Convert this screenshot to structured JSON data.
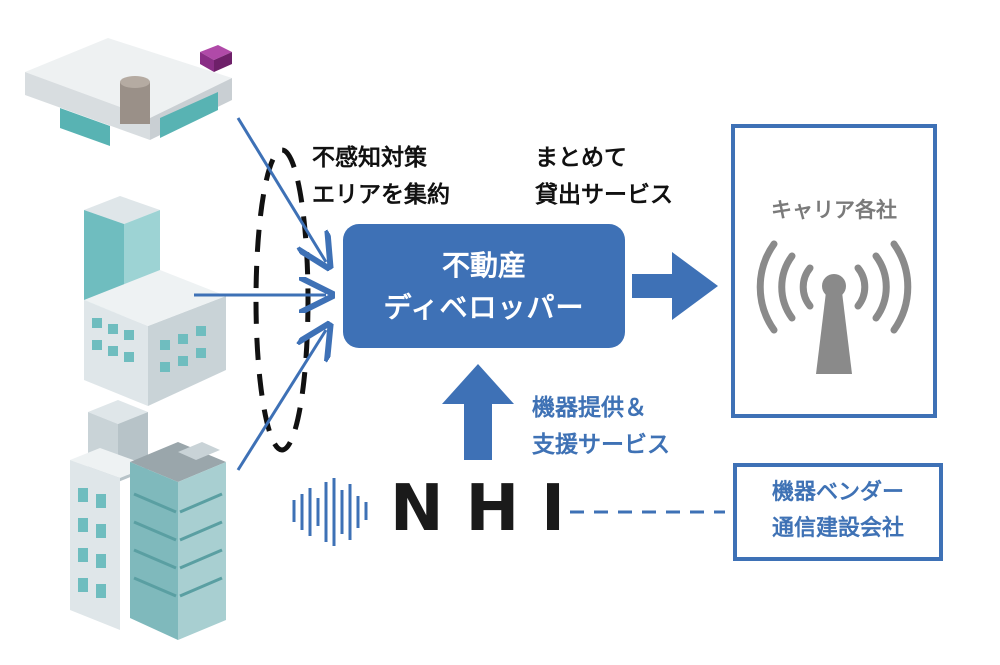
{
  "diagram": {
    "developer_box": {
      "line1": "不動産",
      "line2": "ディベロッパー"
    },
    "left_note": {
      "line1": "不感知対策",
      "line2": "エリアを集約"
    },
    "top_note": {
      "line1": "まとめて",
      "line2": "貸出サービス"
    },
    "bottom_note": {
      "line1": "機器提供＆",
      "line2": "支援サービス"
    },
    "carrier_box": {
      "label": "キャリア各社"
    },
    "vendor_box": {
      "line1": "機器ベンダー",
      "line2": "通信建設会社"
    },
    "logo": {
      "text": "NHI"
    },
    "icons": [
      "campus-building-icon",
      "office-tower-icon",
      "apartment-buildings-icon",
      "antenna-icon",
      "nhi-wave-logo-icon"
    ],
    "colors": {
      "accent": "#3e71b6",
      "antenna": "#8a8a8a",
      "text": "#111111"
    }
  }
}
